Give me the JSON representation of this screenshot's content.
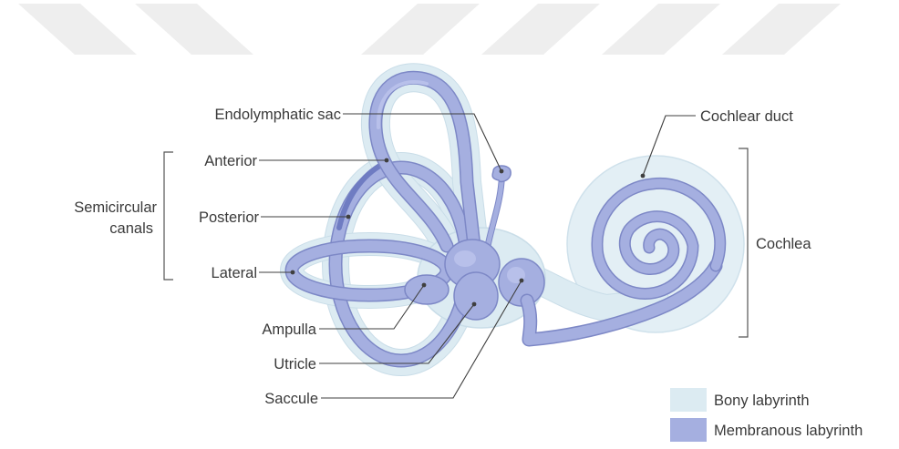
{
  "labels": {
    "endolymphatic_sac": "Endolymphatic sac",
    "anterior": "Anterior",
    "posterior": "Posterior",
    "lateral": "Lateral",
    "semicircular_canals_line1": "Semicircular",
    "semicircular_canals_line2": "canals",
    "ampulla": "Ampulla",
    "utricle": "Utricle",
    "saccule": "Saccule",
    "cochlear_duct": "Cochlear duct",
    "cochlea": "Cochlea"
  },
  "legend": [
    {
      "label": "Bony labyrinth",
      "color": "#dcebf2"
    },
    {
      "label": "Membranous labyrinth",
      "color": "#a5afe0"
    }
  ],
  "colors": {
    "bony": "#dcebf2",
    "membranous": "#a5afe0",
    "membranous_dark": "#6f7cc2",
    "watermark": "#e9e9e9"
  }
}
